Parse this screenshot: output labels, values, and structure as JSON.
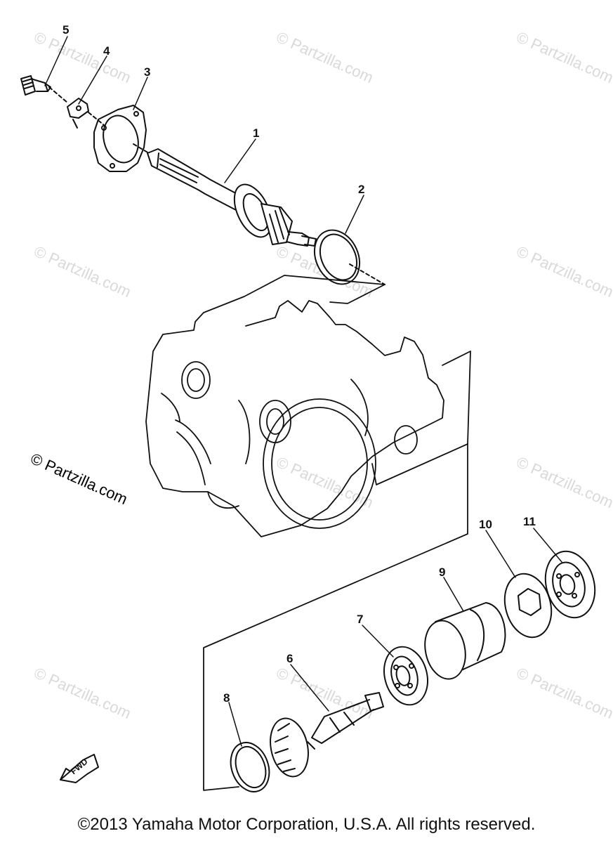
{
  "watermark": "© Partzilla.com",
  "watermark_faint": "© Partzilla.com",
  "callouts": [
    "1",
    "2",
    "3",
    "4",
    "5",
    "6",
    "7",
    "8",
    "9",
    "10",
    "11"
  ],
  "fwd": "FWD",
  "copyright": "©2013 Yamaha Motor Corporation, U.S.A. All rights reserved."
}
